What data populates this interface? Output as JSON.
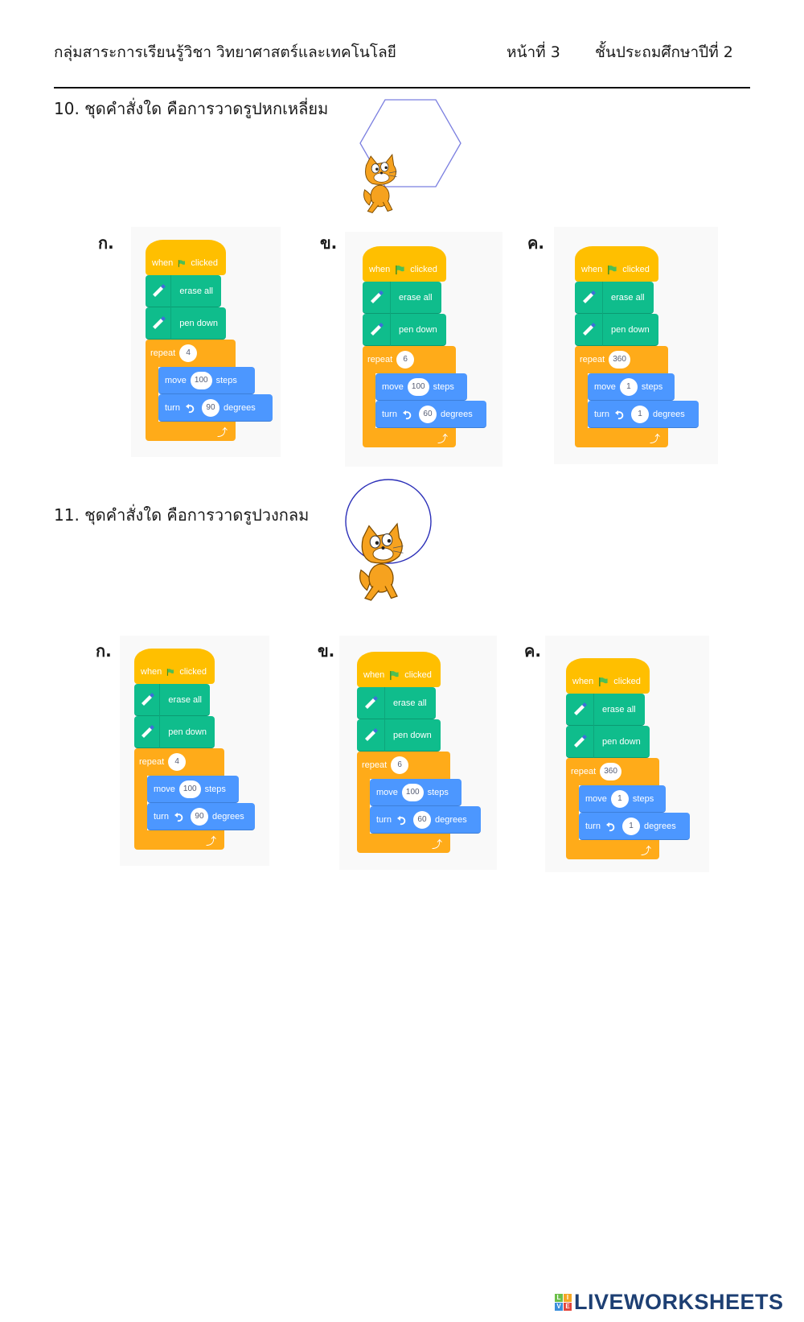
{
  "header": {
    "subject": "กลุ่มสาระการเรียนรู้วิชา วิทยาศาสตร์และเทคโนโลยี",
    "page": "หน้าที่ 3",
    "grade": "ชั้นประถมศึกษาปีที่ 2"
  },
  "questions": [
    {
      "number": "10.",
      "text": "10. ชุดคำสั่งใด คือการวาดรูปหกเหลี่ยม",
      "figure": "hexagon",
      "options": [
        {
          "label": "ก.",
          "repeat": "4",
          "move": "100",
          "turn": "90"
        },
        {
          "label": "ข.",
          "repeat": "6",
          "move": "100",
          "turn": "60"
        },
        {
          "label": "ค.",
          "repeat": "360",
          "move": "1",
          "turn": "1"
        }
      ]
    },
    {
      "number": "11.",
      "text": "11. ชุดคำสั่งใด คือการวาดรูปวงกลม",
      "figure": "circle",
      "options": [
        {
          "label": "ก.",
          "repeat": "4",
          "move": "100",
          "turn": "90"
        },
        {
          "label": "ข.",
          "repeat": "6",
          "move": "100",
          "turn": "60"
        },
        {
          "label": "ค.",
          "repeat": "360",
          "move": "1",
          "turn": "1"
        }
      ]
    }
  ],
  "blocks": {
    "when": "when",
    "clicked": "clicked",
    "erase_all": "erase all",
    "pen_down": "pen down",
    "repeat": "repeat",
    "move": "move",
    "steps": "steps",
    "turn": "turn",
    "degrees": "degrees",
    "loop_arrow": "↺"
  },
  "colors": {
    "event": "#FFBF00",
    "control": "#FFAB19",
    "pen": "#0FBD8C",
    "motion": "#4C97FF",
    "panel_bg": "#F9F9F9",
    "drawing_line": "#3A3FCF"
  },
  "footer": {
    "logo_text": "LIVEWORKSHEETS",
    "logo_tiles": [
      "L",
      "I",
      "V",
      "E"
    ]
  }
}
